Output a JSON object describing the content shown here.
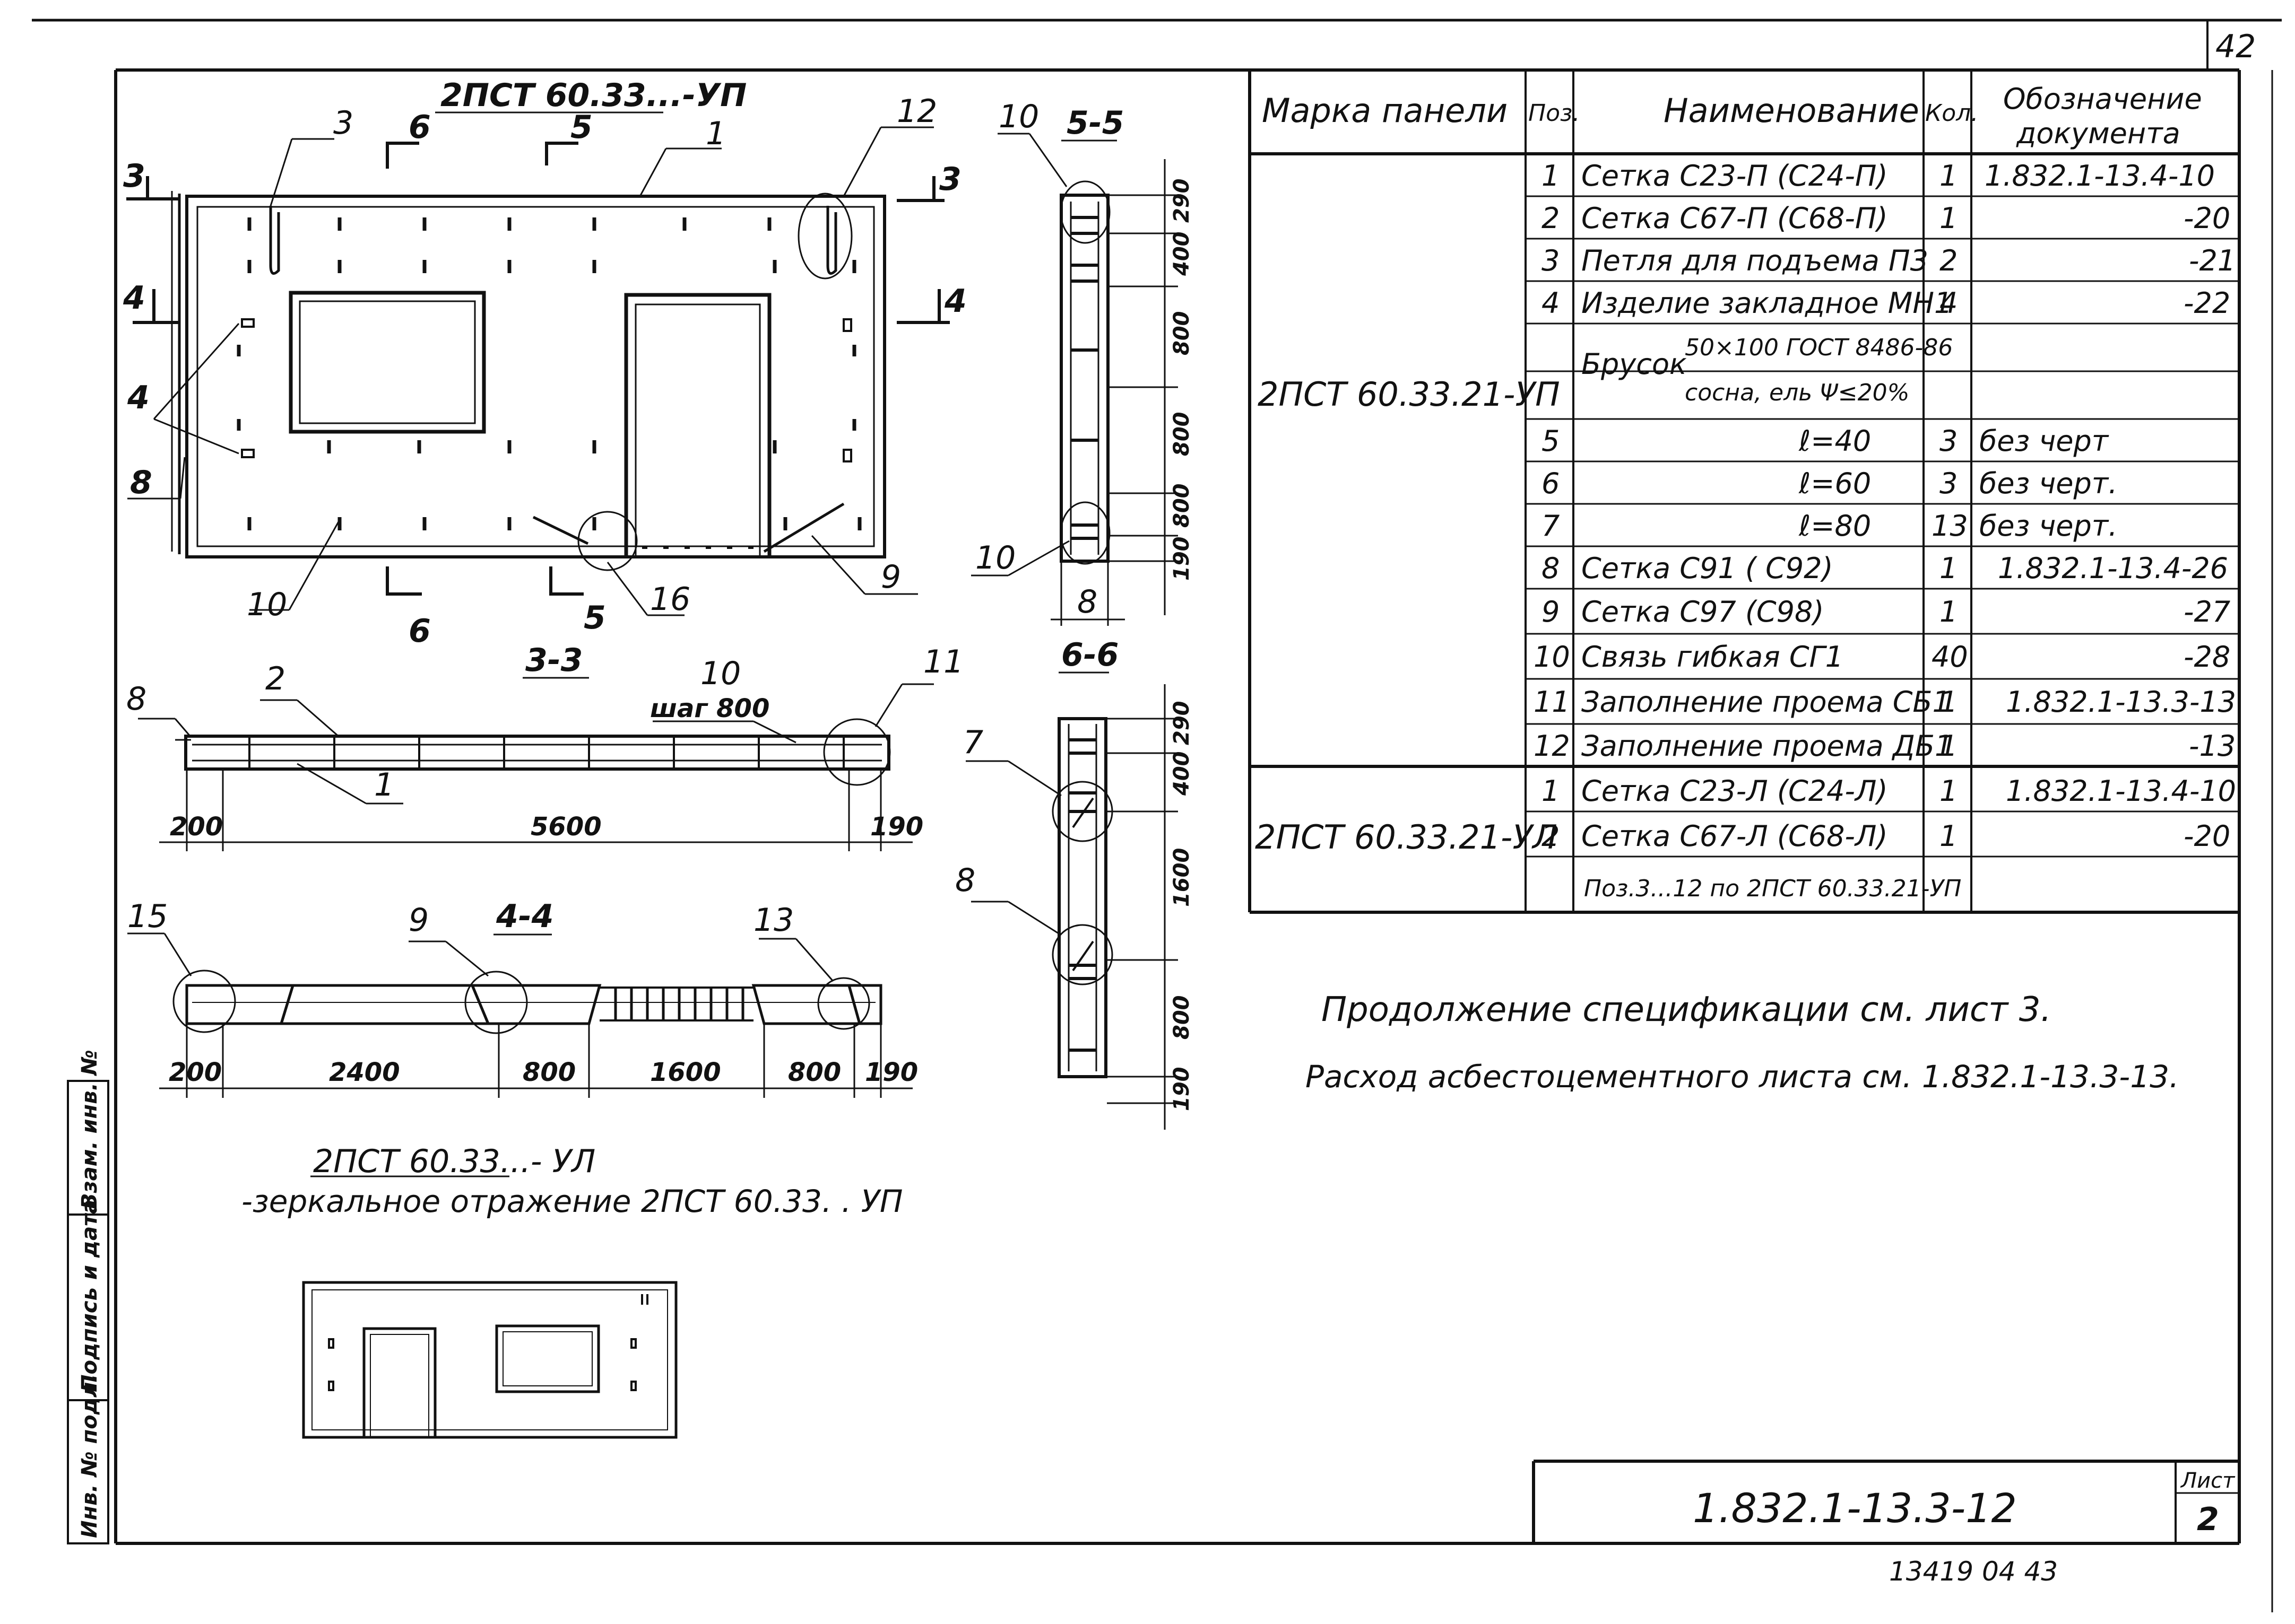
{
  "sheet_number": "42",
  "drawing": {
    "front_view_title": "2ПСТ 60.33...-УП",
    "section_3_3": "3-3",
    "section_4_4": "4-4",
    "section_5_5": "5-5",
    "section_6_6": "6-6",
    "callouts": [
      "1",
      "2",
      "3",
      "4",
      "5",
      "6",
      "7",
      "8",
      "9",
      "10",
      "11",
      "12",
      "13",
      "15",
      "16"
    ],
    "cut_marks": [
      "3",
      "4",
      "5",
      "6"
    ],
    "step_note": "шаг 800",
    "dims_3_3": [
      "200",
      "5600",
      "190"
    ],
    "dims_4_4": [
      "200",
      "2400",
      "800",
      "1600",
      "800",
      "190"
    ],
    "dims_5_5": [
      "290",
      "400",
      "800",
      "800",
      "800",
      "190"
    ],
    "dims_5_5_bottom": "8",
    "dims_6_6": [
      "290",
      "400",
      "1600",
      "800",
      "190"
    ],
    "mirror_title": "2ПСТ 60.33...- УЛ",
    "mirror_note": "-зеркальное отражение 2ПСТ 60.33. . УП"
  },
  "spec_table": {
    "headers": {
      "mark": "Марка панели",
      "pos": "Поз.",
      "name": "Наименование",
      "qty": "Кол.",
      "doc_line1": "Обозначение",
      "doc_line2": "документа"
    },
    "group1_mark": "2ПСТ 60.33.21-УП",
    "group1_rows": [
      {
        "pos": "1",
        "name": "Сетка С23-П (С24-П)",
        "qty": "1",
        "doc": "1.832.1-13.4-10"
      },
      {
        "pos": "2",
        "name": "Сетка С67-П (С68-П)",
        "qty": "1",
        "doc": "-20"
      },
      {
        "pos": "3",
        "name": "Петля для подъема П3",
        "qty": "2",
        "doc": "-21"
      },
      {
        "pos": "4",
        "name": "Изделие закладное МН1",
        "qty": "4",
        "doc": "-22"
      },
      {
        "pos": "",
        "name": "",
        "qty": "",
        "doc": ""
      },
      {
        "pos": "",
        "name": "",
        "qty": "",
        "doc": ""
      },
      {
        "pos": "5",
        "name": "ℓ=40",
        "qty": "3",
        "doc": "без черт"
      },
      {
        "pos": "6",
        "name": "ℓ=60",
        "qty": "3",
        "doc": "без черт."
      },
      {
        "pos": "7",
        "name": "ℓ=80",
        "qty": "13",
        "doc": "без черт."
      },
      {
        "pos": "8",
        "name": "Сетка С91 ( С92)",
        "qty": "1",
        "doc": "1.832.1-13.4-26"
      },
      {
        "pos": "9",
        "name": "Сетка С97 (С98)",
        "qty": "1",
        "doc": "-27"
      },
      {
        "pos": "10",
        "name": "Связь гибкая СГ1",
        "qty": "40",
        "doc": "-28"
      },
      {
        "pos": "11",
        "name": "Заполнение проема СБ1",
        "qty": "1",
        "doc": "1.832.1-13.3-13"
      },
      {
        "pos": "12",
        "name": "Заполнение проема ДБ1",
        "qty": "1",
        "doc": "-13"
      }
    ],
    "timber_word": "Брусок",
    "timber_line1": "50×100 ГОСТ 8486-86",
    "timber_line2": "сосна, ель Ψ≤20%",
    "group2_mark": "2ПСТ 60.33.21-УЛ",
    "group2_rows": [
      {
        "pos": "1",
        "name": "Сетка С23-Л (С24-Л)",
        "qty": "1",
        "doc": "1.832.1-13.4-10"
      },
      {
        "pos": "2",
        "name": "Сетка С67-Л (С68-Л)",
        "qty": "1",
        "doc": "-20"
      },
      {
        "pos": "",
        "name": "Поз.3...12 по 2ПСТ 60.33.21-УП",
        "qty": "",
        "doc": ""
      }
    ]
  },
  "notes": {
    "line1": "Продолжение спецификации см. лист 3.",
    "line2": "Расход асбестоцементного листа см. 1.832.1-13.3-13."
  },
  "stamp": {
    "designation": "1.832.1-13.3-12",
    "sheet_label": "Лист",
    "sheet_value": "2",
    "archive_number": "13419 04 43"
  },
  "side_strip": [
    "Инв. № подл.",
    "Подпись и дата",
    "Взам. инв. №"
  ]
}
